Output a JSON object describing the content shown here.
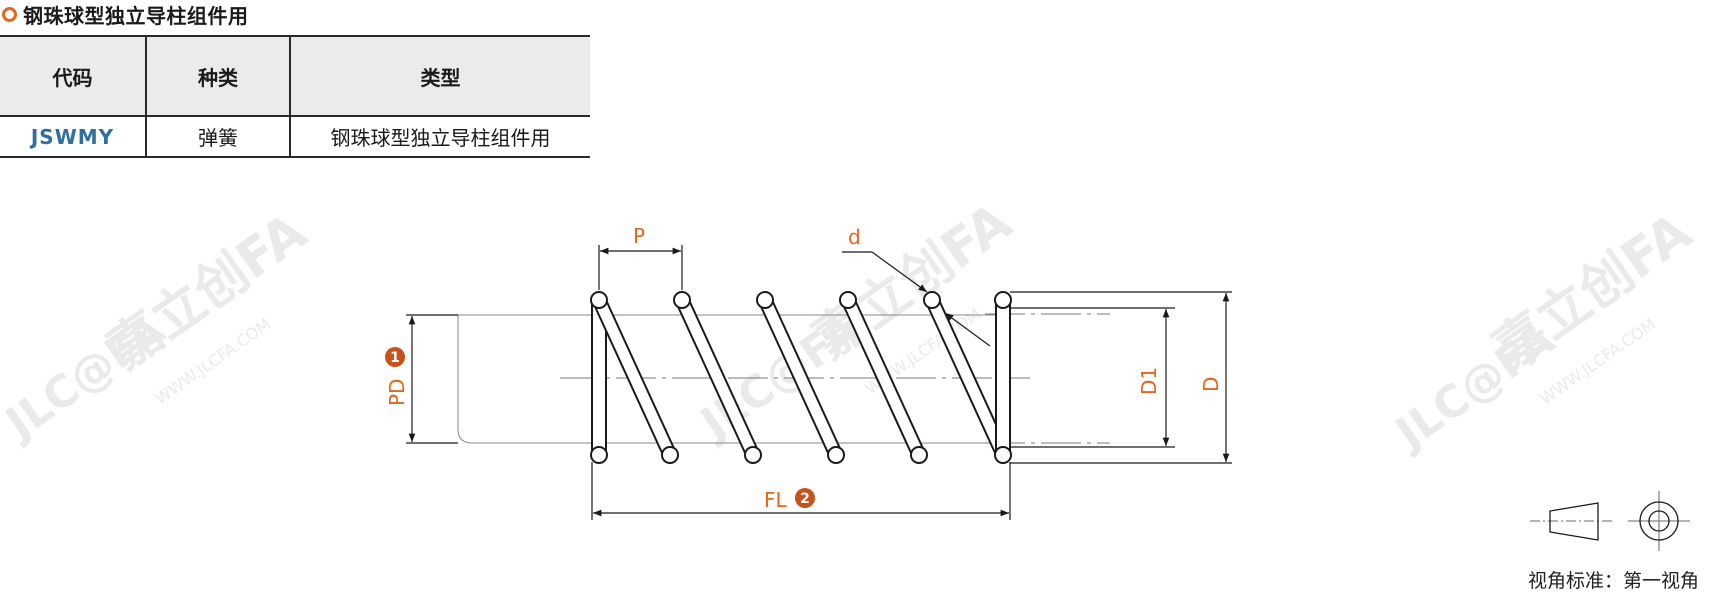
{
  "header": {
    "title": "钢珠球型独立导柱组件用"
  },
  "table": {
    "headers": [
      "代码",
      "种类",
      "类型"
    ],
    "row": {
      "code": "JSWMY",
      "kind": "弹簧",
      "type": "钢珠球型独立导柱组件用"
    }
  },
  "drawing": {
    "labels": {
      "pitch": "P",
      "wire": "d",
      "inner_dia": "D1",
      "outer_dia": "D",
      "pitch_dia": "PD",
      "free_length": "FL"
    },
    "badges": {
      "pd": "1",
      "fl": "2"
    },
    "watermark": {
      "brand": "嘉立创FA",
      "url": "WWW.JLCFA.COM",
      "logo": "JLC@FA"
    },
    "accent_color": "#e8651a",
    "line_color": "#1a1a1a"
  },
  "footer": {
    "view_label": "视角标准：第一视角"
  }
}
